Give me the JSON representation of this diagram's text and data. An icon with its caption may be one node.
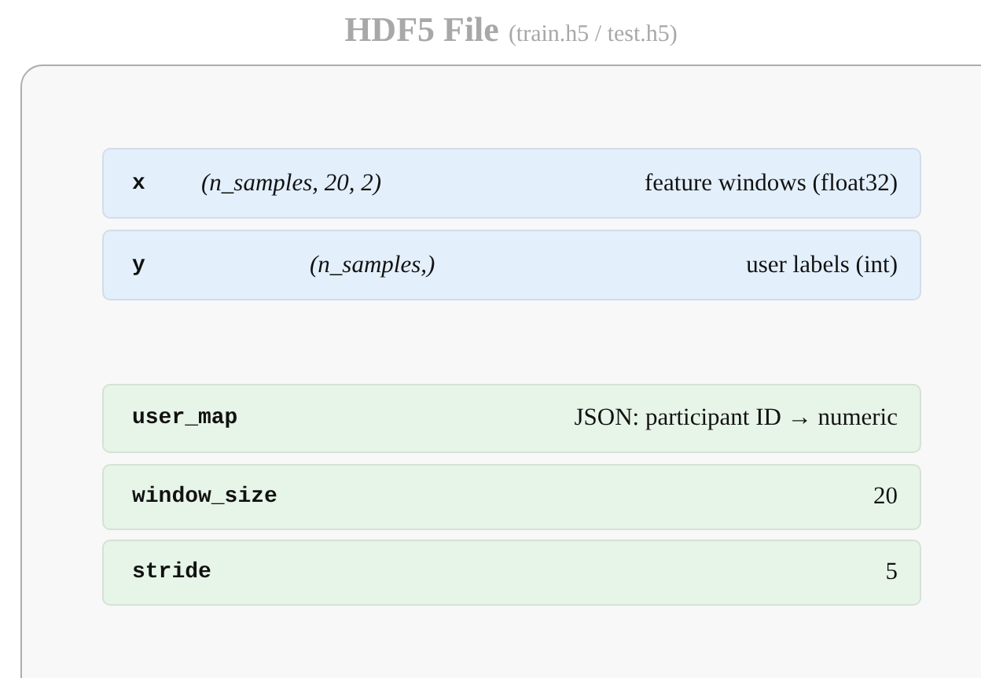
{
  "diagram": {
    "nodes": [
      {
        "text": [
          "HDF5 File",
          "(train.h5 / test.h5)"
        ]
      },
      {
        "text": [
          "x",
          "(n_samples, 20, 2)",
          "feature windows (float32)"
        ],
        "in": 0
      },
      {
        "text": [
          "y",
          "(n_samples,)",
          "user labels (int)"
        ],
        "in": 0
      },
      {
        "text": [
          "user_map",
          "JSON: participant ID → numeric"
        ],
        "in": 0
      },
      {
        "text": [
          "window_size",
          "20"
        ],
        "in": 0
      },
      {
        "text": [
          "stride",
          "5"
        ],
        "in": 0
      }
    ]
  }
}
